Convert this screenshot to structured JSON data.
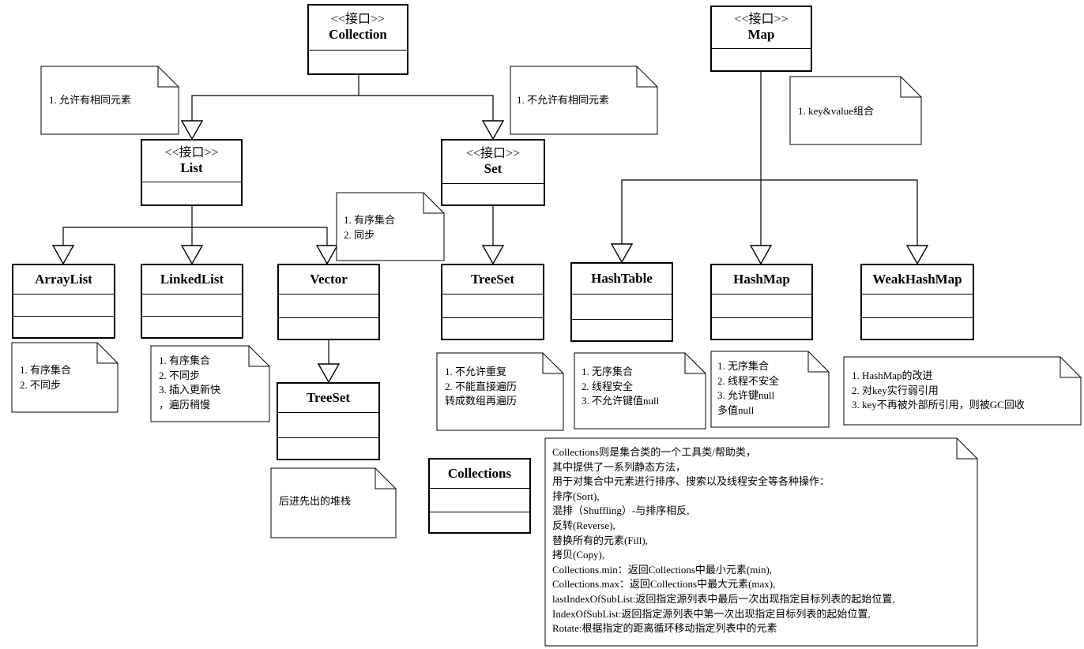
{
  "interfaces": {
    "collection": {
      "stereotype": "<<接口>>",
      "name": "Collection"
    },
    "map": {
      "stereotype": "<<接口>>",
      "name": "Map"
    },
    "list": {
      "stereotype": "<<接口>>",
      "name": "List"
    },
    "set": {
      "stereotype": "<<接口>>",
      "name": "Set"
    }
  },
  "classes": {
    "arraylist": "ArrayList",
    "linkedlist": "LinkedList",
    "vector": "Vector",
    "treeset": "TreeSet",
    "stack_treeset": "TreeSet",
    "hashtable": "HashTable",
    "hashmap": "HashMap",
    "weakhashmap": "WeakHashMap",
    "collections": "Collections"
  },
  "notes": {
    "list_note": [
      "1. 允许有相同元素"
    ],
    "set_note": [
      "1. 不允许有相同元素"
    ],
    "map_note": [
      "1. key&value组合"
    ],
    "vector_note": [
      "1. 有序集合",
      "2. 同步"
    ],
    "arraylist_note": [
      "1. 有序集合",
      "2. 不同步"
    ],
    "linkedlist_note": [
      "1. 有序集合",
      "2. 不同步",
      "3. 插入更新快",
      "，遍历稍慢"
    ],
    "treeset_note": [
      "1. 不允许重复",
      "2. 不能直接遍历",
      "转成数组再遍历"
    ],
    "hashtable_note": [
      "1. 无序集合",
      "2. 线程安全",
      "3. 不允许键值null"
    ],
    "hashmap_note": [
      "1. 无序集合",
      "2. 线程不安全",
      "3. 允许键null",
      "多值null"
    ],
    "weakhashmap_note": [
      "1. HashMap的改进",
      "2. 对key实行弱引用",
      "3. key不再被外部所引用，则被GC回收"
    ],
    "stack_note": [
      "后进先出的堆栈"
    ],
    "collections_note": [
      "Collections则是集合类的一个工具类/帮助类，",
      "其中提供了一系列静态方法，",
      "用于对集合中元素进行排序、搜索以及线程安全等各种操作：",
      "排序(Sort),",
      "混排（Shuffling）-与排序相反,",
      "反转(Reverse),",
      "替换所有的元素(Fill),",
      "拷贝(Copy),",
      "Collections.min：返回Collections中最小元素(min),",
      "Collections.max：返回Collections中最大元素(max),",
      "lastIndexOfSubList:返回指定源列表中最后一次出现指定目标列表的起始位置,",
      "IndexOfSubList:返回指定源列表中第一次出现指定目标列表的起始位置,",
      "Rotate:根据指定的距离循环移动指定列表中的元素"
    ]
  }
}
